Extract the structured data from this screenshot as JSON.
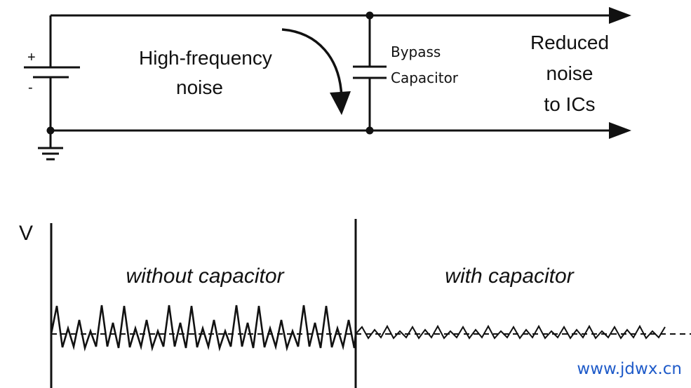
{
  "circuit": {
    "plus_sign": "+",
    "minus_sign": "-",
    "noise_label_line1": "High-frequency",
    "noise_label_line2": "noise",
    "capacitor_label_line1": "Bypass",
    "capacitor_label_line2": "Capacitor",
    "output_label_line1": "Reduced",
    "output_label_line2": "noise",
    "output_label_line3": "to ICs"
  },
  "waveform": {
    "axis_label": "V",
    "left_label": "without capacitor",
    "right_label": "with capacitor"
  },
  "watermark": {
    "text": "www.jdwx.cn",
    "color": "#1f5bc9"
  },
  "colors": {
    "ink": "#111111"
  }
}
